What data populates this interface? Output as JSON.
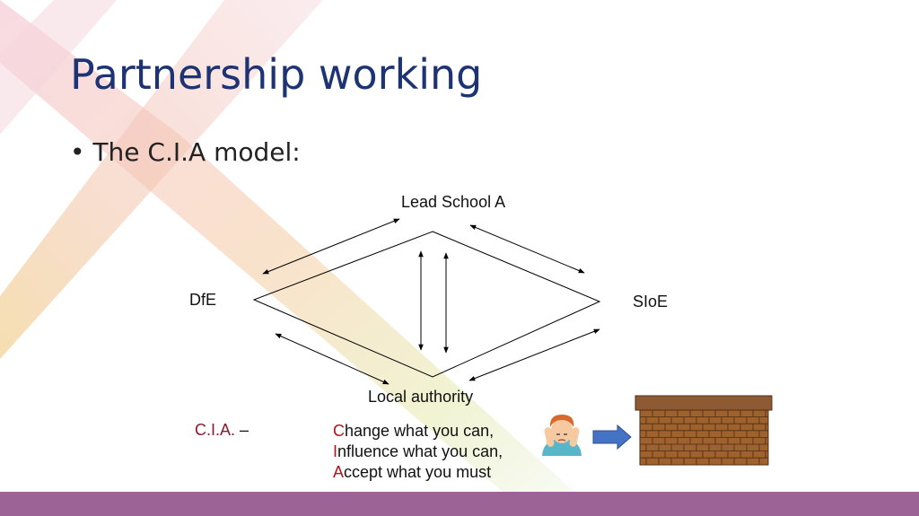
{
  "slide": {
    "title": "Partnership working",
    "bullet": "The C.I.A model:",
    "bullet_marker": "•"
  },
  "diagram": {
    "nodes": {
      "top": "Lead School A",
      "left": "DfE",
      "right": "SIoE",
      "bottom": "Local authority"
    }
  },
  "cia": {
    "acronym": "C.I.A.",
    "dash": " –",
    "lines": [
      {
        "first": "C",
        "rest": "hange what you can,"
      },
      {
        "first": "I",
        "rest": "nfluence what you can,"
      },
      {
        "first": "A",
        "rest": "ccept what you must"
      }
    ]
  },
  "icons": [
    "person-covering-ears-icon",
    "right-arrow-icon",
    "brick-wall-icon"
  ],
  "colors": {
    "title": "#1d3374",
    "acronym": "#8c1a2e",
    "letter_highlight": "#b0141e",
    "footer": "#9b6396",
    "arrow_fill": "#4472c4",
    "brick": "#a0622d"
  }
}
